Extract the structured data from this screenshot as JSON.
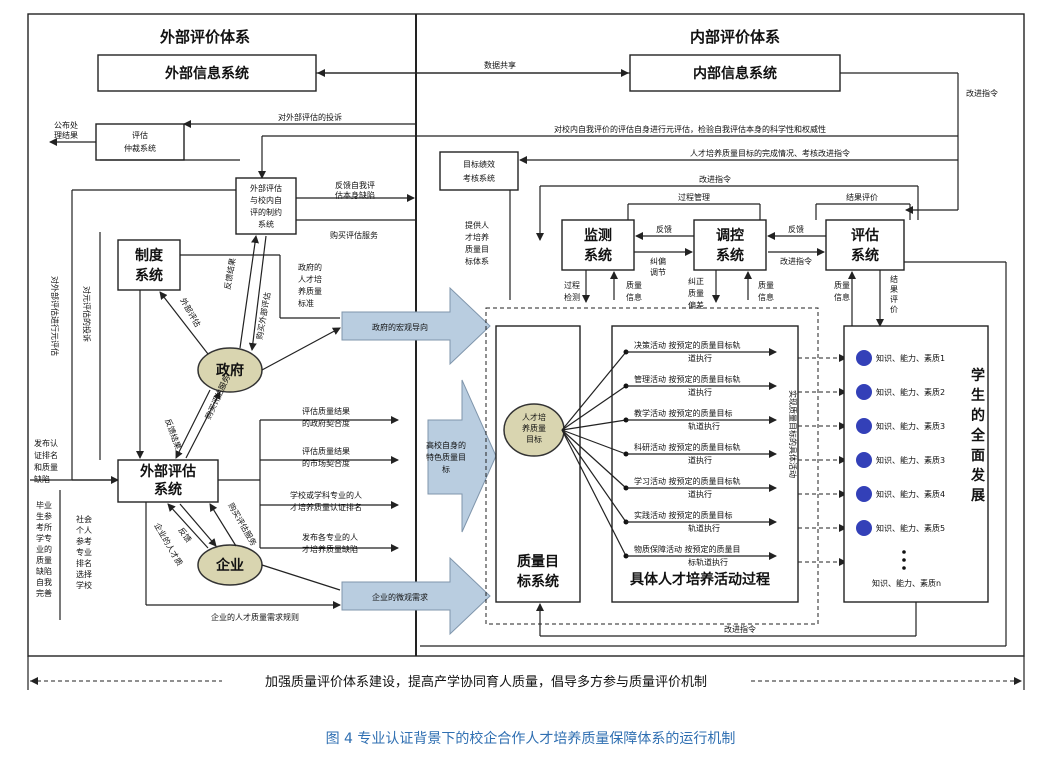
{
  "titles": {
    "external": "外部评价体系",
    "internal": "内部评价体系"
  },
  "systems": {
    "ext_info": "外部信息系统",
    "int_info": "内部信息系统",
    "data_share": "数据共享",
    "eval_arbitration": [
      "评估",
      "仲裁系统"
    ],
    "eval_mechanism": [
      "外部评估",
      "与校内自",
      "评的制约",
      "系统"
    ],
    "institution": [
      "制度",
      "系统"
    ],
    "government": "政府",
    "external_eval": [
      "外部评估",
      "系统"
    ],
    "enterprise": "企业",
    "target_assess": [
      "目标绩效",
      "考核系统"
    ],
    "monitor": [
      "监测",
      "系统"
    ],
    "regulate": [
      "调控",
      "系统"
    ],
    "evaluate": [
      "评估",
      "系统"
    ],
    "quality_target": [
      "质量目",
      "标系统"
    ],
    "talent_target": [
      "人才培",
      "养质量",
      "目标"
    ],
    "process_title": "具体人才培养活动过程",
    "student_dev": [
      "学",
      "生",
      "的",
      "全",
      "面",
      "发",
      "展"
    ]
  },
  "labels": {
    "public_result": [
      "公布处",
      "理结果"
    ],
    "complaint_ext": "对外部评估的投诉",
    "meta_eval_internal": "对校内自我评价的评估自身进行元评估，检验自我评估本身的科学性和权威性",
    "improve_instr_right": "改进指令",
    "feedback_self": [
      "反馈自我评",
      "估本身缺陷"
    ],
    "buy_service": "购买评估服务",
    "training_feedback": "人才培养质量目标的完成情况、考核改进指令",
    "improve_instr_top": "改进指令",
    "process_mgmt": "过程管理",
    "result_eval": "结果评价",
    "feedback1": "反馈",
    "feedback2": "反馈",
    "improve_instr_mid": "改进指令",
    "correct_adjust": [
      "纠偏",
      "调节"
    ],
    "process_detect": [
      "过程",
      "检测"
    ],
    "quality_info1": [
      "质量",
      "信息"
    ],
    "correct_deviation": [
      "纠正",
      "质量",
      "偏差"
    ],
    "quality_info2": [
      "质量",
      "信息"
    ],
    "quality_info3": [
      "质量",
      "信息"
    ],
    "result_eval2": [
      "结",
      "果",
      "评",
      "价"
    ],
    "provide_target": [
      "提供人",
      "才培养",
      "质量目",
      "标体系"
    ],
    "gov_target": [
      "政府的",
      "人才培",
      "养质量",
      "标准"
    ],
    "complaint_ext2": [
      "对外部评估进行元评估"
    ],
    "complaint_meta": [
      "对元评估的投诉"
    ],
    "gov_guidance": "政府的宏观导向",
    "univ_target": [
      "高校自身的",
      "特色质量目",
      "标"
    ],
    "ent_demand": "企业的微观需求",
    "ent_spec": "企业的人才质量需求规则",
    "improve_instr_bottom": "改进指令",
    "inst_arrow1": [
      "外部评估",
      "制度"
    ],
    "inst_arrow2": "反馈结果",
    "gov_arrow1": [
      "购买外部评估",
      "的元评估服务"
    ],
    "gov_arrow2": "反馈结果",
    "gov_arrow3": "购买评估服务",
    "ent_arrow1": [
      "反馈",
      "结果"
    ],
    "ent_arrow2": [
      "企业的人才质",
      "量需求"
    ],
    "ent_arrow3": "购买评估服务",
    "release_cert": [
      "发布认",
      "证排名",
      "和质量",
      "缺陷"
    ],
    "grad_ref": [
      "毕业",
      "生参",
      "考所",
      "学专",
      "业的",
      "质量",
      "缺陷",
      "自我",
      "完善"
    ],
    "social_ref": [
      "社会",
      "个人",
      "参考",
      "专业",
      "排名",
      "选择",
      "学校"
    ],
    "gov_fit": [
      "评估质量结果",
      "的政府契合度"
    ],
    "market_fit": [
      "评估质量结果",
      "的市场契合度"
    ],
    "rank": [
      "学校或学科专业的人",
      "才培养质量认证排名"
    ],
    "defect": [
      "发布各专业的人",
      "才培养质量缺陷"
    ],
    "obj_vertical": "实现质量目标的具体活动",
    "bottom_banner": "加强质量评价体系建设，提高产学协同育人质量，倡导多方参与质量评价机制"
  },
  "activities": [
    {
      "name": "决策活动",
      "text": [
        "按预定的质量目标轨",
        "道执行"
      ]
    },
    {
      "name": "管理活动",
      "text": [
        "按预定的质量目标轨",
        "道执行"
      ]
    },
    {
      "name": "教学活动",
      "text": [
        "按预定的质量目标",
        "轨道执行"
      ]
    },
    {
      "name": "科研活动",
      "text": [
        "按预定的质量目标轨",
        "道执行"
      ]
    },
    {
      "name": "学习活动",
      "text": [
        "按预定的质量目标轨",
        "道执行"
      ]
    },
    {
      "name": "实践活动",
      "text": [
        "按预定的质量目标",
        "轨道执行"
      ]
    },
    {
      "name": "物质保障活动",
      "text": [
        "按预定的质量目",
        "标轨道执行"
      ]
    }
  ],
  "outcomes": [
    "知识、能力、素质1",
    "知识、能力、素质2",
    "知识、能力、素质3",
    "知识、能力、素质3",
    "知识、能力、素质4",
    "知识、能力、素质5"
  ],
  "outcome_last": "知识、能力、素质n",
  "caption": "图 4 专业认证背景下的校企合作人才培养质量保障体系的运行机制",
  "colors": {
    "arrow_fill": "#b9cde0",
    "ellipse_fill": "#d9d5b0",
    "dot": "#3340b8",
    "caption": "#2f6fb2"
  }
}
